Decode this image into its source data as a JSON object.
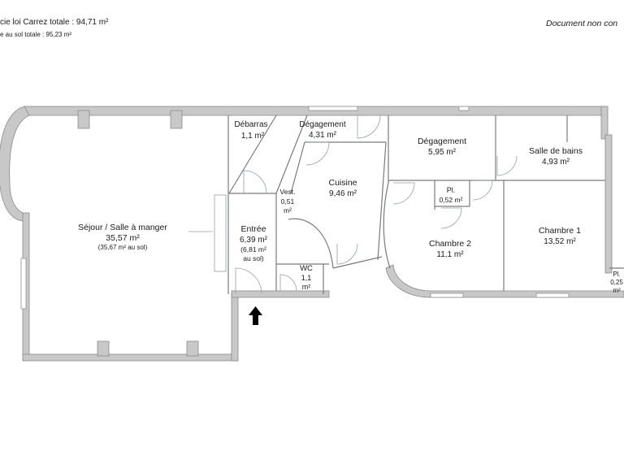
{
  "header": {
    "carrez_total": "cie loi Carrez totale :  94,71 m²",
    "floor_total": "e au sol totale :  95,23 m²",
    "disclaimer": "Document non con"
  },
  "rooms": {
    "sejour": {
      "name": "Séjour / Salle à manger",
      "area": "35,57 m²",
      "floor": "(35,67 m² au sol)"
    },
    "debarras": {
      "name": "Débarras",
      "area": "1,1 m²"
    },
    "degagement1": {
      "name": "Dégagement",
      "area": "4,31 m²"
    },
    "degagement2": {
      "name": "Dégagement",
      "area": "5,95 m²"
    },
    "sdb": {
      "name": "Salle de bains",
      "area": "4,93 m²"
    },
    "cuisine": {
      "name": "Cuisine",
      "area": "9,46  m²"
    },
    "vest": {
      "name": "Vest.",
      "area": "0,51",
      "unit": "m²"
    },
    "entree": {
      "name": "Entrée",
      "area": "6,39 m²",
      "floor1": "(6,81 m²",
      "floor2": "au sol)"
    },
    "wc": {
      "name": "WC",
      "area": "1,1",
      "unit": "m²"
    },
    "pl1": {
      "name": "Pl.",
      "area": "0,52 m²"
    },
    "chambre2": {
      "name": "Chambre 2",
      "area": "11,1 m²"
    },
    "chambre1": {
      "name": "Chambre 1",
      "area": "13,52 m²"
    },
    "pl2": {
      "name": "Pl.",
      "area": "0,25",
      "unit": "m²"
    }
  },
  "icons": {
    "entrance": "entrance-arrow-icon"
  },
  "colors": {
    "wall": "#c8c8c8",
    "line": "#7a7a7a",
    "door": "#8fa0aa"
  }
}
